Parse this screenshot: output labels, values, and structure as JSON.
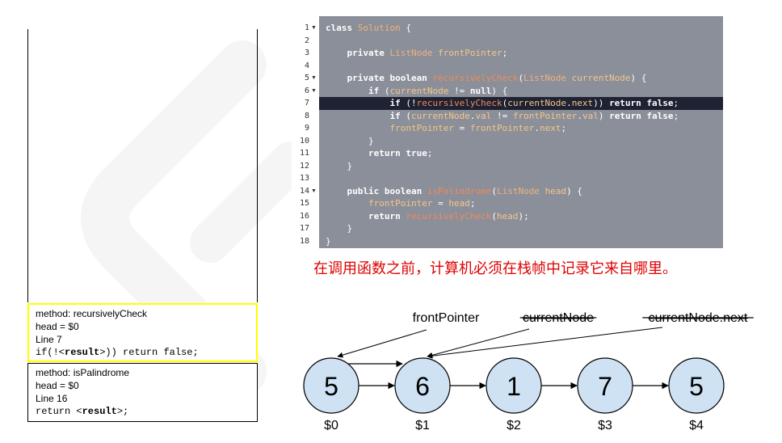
{
  "code": {
    "lines": [
      {
        "n": "1",
        "fold": true,
        "html": "<span class='kw'>class</span> <span class='ty'>Solution</span> <span class='pl'>{</span>"
      },
      {
        "n": "2",
        "fold": false,
        "html": ""
      },
      {
        "n": "3",
        "fold": false,
        "html": "    <span class='kw'>private</span> <span class='ty'>ListNode</span> <span class='vr'>frontPointer</span><span class='pl'>;</span>"
      },
      {
        "n": "4",
        "fold": false,
        "html": ""
      },
      {
        "n": "5",
        "fold": true,
        "html": "    <span class='kw'>private boolean</span> <span class='fn'>recursivelyCheck</span><span class='pl'>(</span><span class='ty'>ListNode</span> <span class='vr'>currentNode</span><span class='pl'>) {</span>"
      },
      {
        "n": "6",
        "fold": true,
        "html": "        <span class='kw'>if</span> <span class='pl'>(</span><span class='vr'>currentNode</span> <span class='pl'>!=</span> <span class='kw'>null</span><span class='pl'>) {</span>"
      },
      {
        "n": "7",
        "fold": false,
        "hl": true,
        "html": "            <span class='kw'>if</span> <span class='pl'>(!</span><span class='fn'>recursivelyCheck</span><span class='pl'>(</span><span class='vr'>currentNode</span><span class='pl'>.</span><span class='vr'>next</span><span class='pl'>))</span> <span class='kw'>return false</span><span class='pl'>;</span>"
      },
      {
        "n": "8",
        "fold": false,
        "html": "            <span class='kw'>if</span> <span class='pl'>(</span><span class='vr'>currentNode</span><span class='pl'>.</span><span class='vr'>val</span> <span class='pl'>!=</span> <span class='vr'>frontPointer</span><span class='pl'>.</span><span class='vr'>val</span><span class='pl'>)</span> <span class='kw'>return false</span><span class='pl'>;</span>"
      },
      {
        "n": "9",
        "fold": false,
        "html": "            <span class='vr'>frontPointer</span> <span class='pl'>=</span> <span class='vr'>frontPointer</span><span class='pl'>.</span><span class='vr'>next</span><span class='pl'>;</span>"
      },
      {
        "n": "10",
        "fold": false,
        "html": "        <span class='pl'>}</span>"
      },
      {
        "n": "11",
        "fold": false,
        "html": "        <span class='kw'>return true</span><span class='pl'>;</span>"
      },
      {
        "n": "12",
        "fold": false,
        "html": "    <span class='pl'>}</span>"
      },
      {
        "n": "13",
        "fold": false,
        "html": ""
      },
      {
        "n": "14",
        "fold": true,
        "html": "    <span class='kw'>public boolean</span> <span class='fn'>isPalindrome</span><span class='pl'>(</span><span class='ty'>ListNode</span> <span class='vr'>head</span><span class='pl'>) {</span>"
      },
      {
        "n": "15",
        "fold": false,
        "html": "        <span class='vr'>frontPointer</span> <span class='pl'>=</span> <span class='vr'>head</span><span class='pl'>;</span>"
      },
      {
        "n": "16",
        "fold": false,
        "html": "        <span class='kw'>return</span> <span class='fn'>recursivelyCheck</span><span class='pl'>(</span><span class='vr'>head</span><span class='pl'>);</span>"
      },
      {
        "n": "17",
        "fold": false,
        "html": "    <span class='pl'>}</span>"
      },
      {
        "n": "18",
        "fold": false,
        "html": "<span class='pl'>}</span>"
      }
    ]
  },
  "caption": "在调用函数之前，计算机必须在栈帧中记录它来自哪里。",
  "stack": {
    "top": {
      "method": "method: recursivelyCheck",
      "head": "head = $0",
      "line": "Line 7",
      "code_pre": "if(!<",
      "code_bold": "result",
      "code_post": ">)) return false;"
    },
    "bottom": {
      "method": "method: isPalindrome",
      "head": "head = $0",
      "line": "Line 16",
      "code_pre": "return <",
      "code_bold": "result",
      "code_post": ">;"
    }
  },
  "diagram": {
    "nodes": [
      {
        "value": "5",
        "addr": "$0"
      },
      {
        "value": "6",
        "addr": "$1"
      },
      {
        "value": "1",
        "addr": "$2"
      },
      {
        "value": "7",
        "addr": "$3"
      },
      {
        "value": "5",
        "addr": "$4"
      }
    ],
    "pointers": [
      {
        "label": "frontPointer",
        "strike": false,
        "target": 0
      },
      {
        "label": "currentNode",
        "strike": true,
        "target": 1
      },
      {
        "label": "currentNode.next",
        "strike": true,
        "target": 1
      }
    ],
    "colors": {
      "node_fill": "#cfe2f3",
      "caption": "#e00000",
      "highlight_frame": "#ffff00"
    }
  }
}
